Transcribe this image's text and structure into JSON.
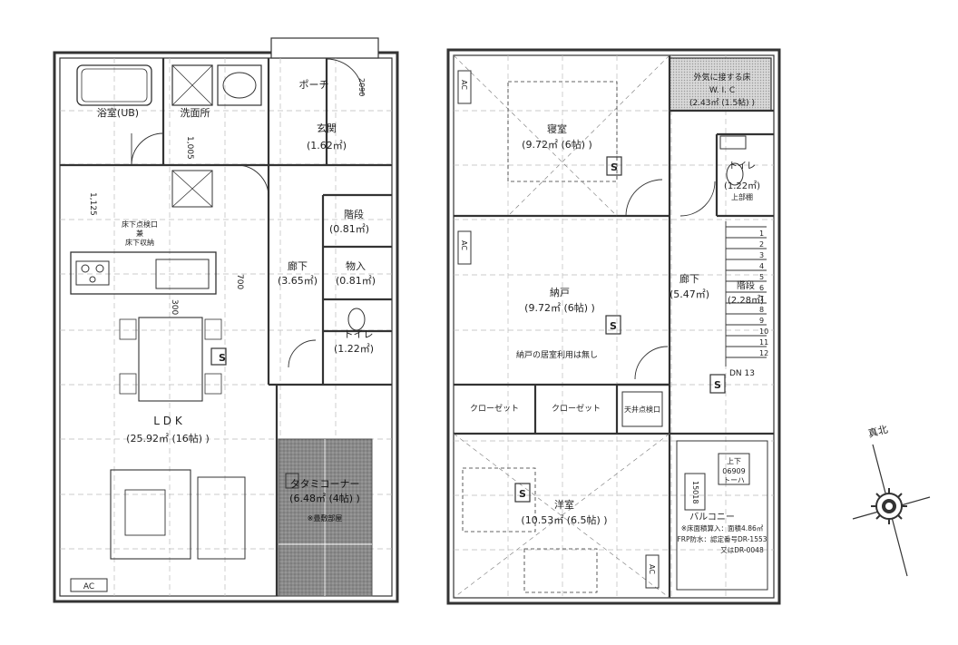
{
  "floor1": {
    "bath": "浴室(UB)",
    "washroom": "洗面所",
    "porch": "ポーチ",
    "entrance": "玄関",
    "entrance_area": "(1.62㎡)",
    "stairs": "階段",
    "stairs_area": "(0.81㎡)",
    "hall": "廊下",
    "hall_area": "(3.65㎡)",
    "storage": "物入",
    "storage_area": "(0.81㎡)",
    "toilet": "トイレ",
    "toilet_area": "(1.22㎡)",
    "ldk": "L D K",
    "ldk_area": "(25.92㎡ (16帖) )",
    "tatami": "タタミコーナー",
    "tatami_area": "(6.48㎡ (4帖) )",
    "underfloor_storage_1": "床下点検口",
    "underfloor_storage_2": "兼",
    "underfloor_storage_3": "床下収納",
    "tatami_note": "※畳敷部屋",
    "ac": "AC",
    "dim_1005": "1,005",
    "dim_1125": "1,125",
    "dim_700": "700",
    "dim_300": "300",
    "dim_2090": "2090"
  },
  "floor2": {
    "bedroom": "寝室",
    "bedroom_area": "(9.72㎡ (6帖) )",
    "wic_title": "外気に接する床",
    "wic": "W. I. C",
    "wic_area": "(2.43㎡ (1.5帖) )",
    "toilet": "トイレ",
    "toilet_area": "(1.22㎡)",
    "upper_storage": "上部棚",
    "closet_room": "納戸",
    "closet_room_area": "(9.72㎡ (6帖) )",
    "closet_room_note": "納戸の居室利用は無し",
    "hall": "廊下",
    "hall_area": "(5.47㎡)",
    "stairs": "階段",
    "stairs_area": "(2.28㎡)",
    "stair_dn": "DN 13",
    "closet1": "クローゼット",
    "closet2": "クローゼット",
    "attic_hatch": "天井点検口",
    "western_room": "洋室",
    "western_room_area": "(10.53㎡ (6.5帖) )",
    "balcony": "バルコニー",
    "balcony_note1": "※床面積算入：面積4.86㎡",
    "balcony_note2": "FRP防水：認定番号DR-1553",
    "balcony_note3": "又はDR-0048",
    "drain_label1": "上下",
    "drain_label2": "06909",
    "drain_label3": "トーハ",
    "drain_label4": "15018",
    "ac": "AC"
  },
  "compass": {
    "label": "真北"
  },
  "stair_numbers": [
    "1",
    "2",
    "3",
    "4",
    "5",
    "6",
    "7",
    "8",
    "9",
    "10",
    "11",
    "12"
  ]
}
